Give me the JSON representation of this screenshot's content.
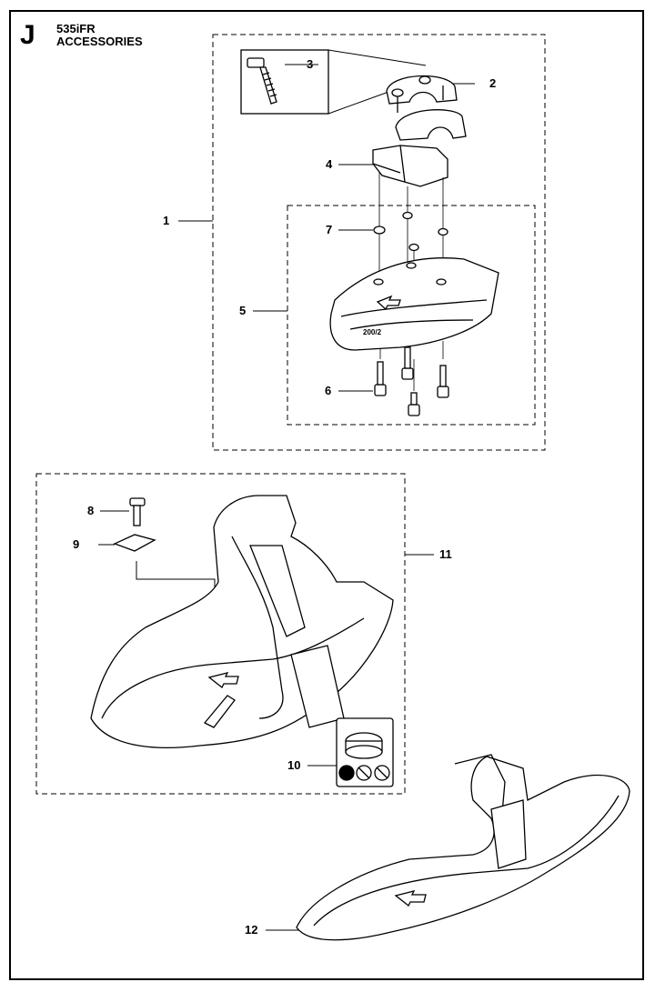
{
  "header": {
    "section_letter": "J",
    "model": "535iFR",
    "title": "ACCESSORIES"
  },
  "callouts": [
    {
      "id": "1",
      "label": "1"
    },
    {
      "id": "2",
      "label": "2"
    },
    {
      "id": "3",
      "label": "3"
    },
    {
      "id": "4",
      "label": "4"
    },
    {
      "id": "5",
      "label": "5"
    },
    {
      "id": "6",
      "label": "6"
    },
    {
      "id": "7",
      "label": "7"
    },
    {
      "id": "8",
      "label": "8"
    },
    {
      "id": "9",
      "label": "9"
    },
    {
      "id": "10",
      "label": "10"
    },
    {
      "id": "11",
      "label": "11"
    },
    {
      "id": "12",
      "label": "12"
    }
  ],
  "guard_marking": "200/2"
}
